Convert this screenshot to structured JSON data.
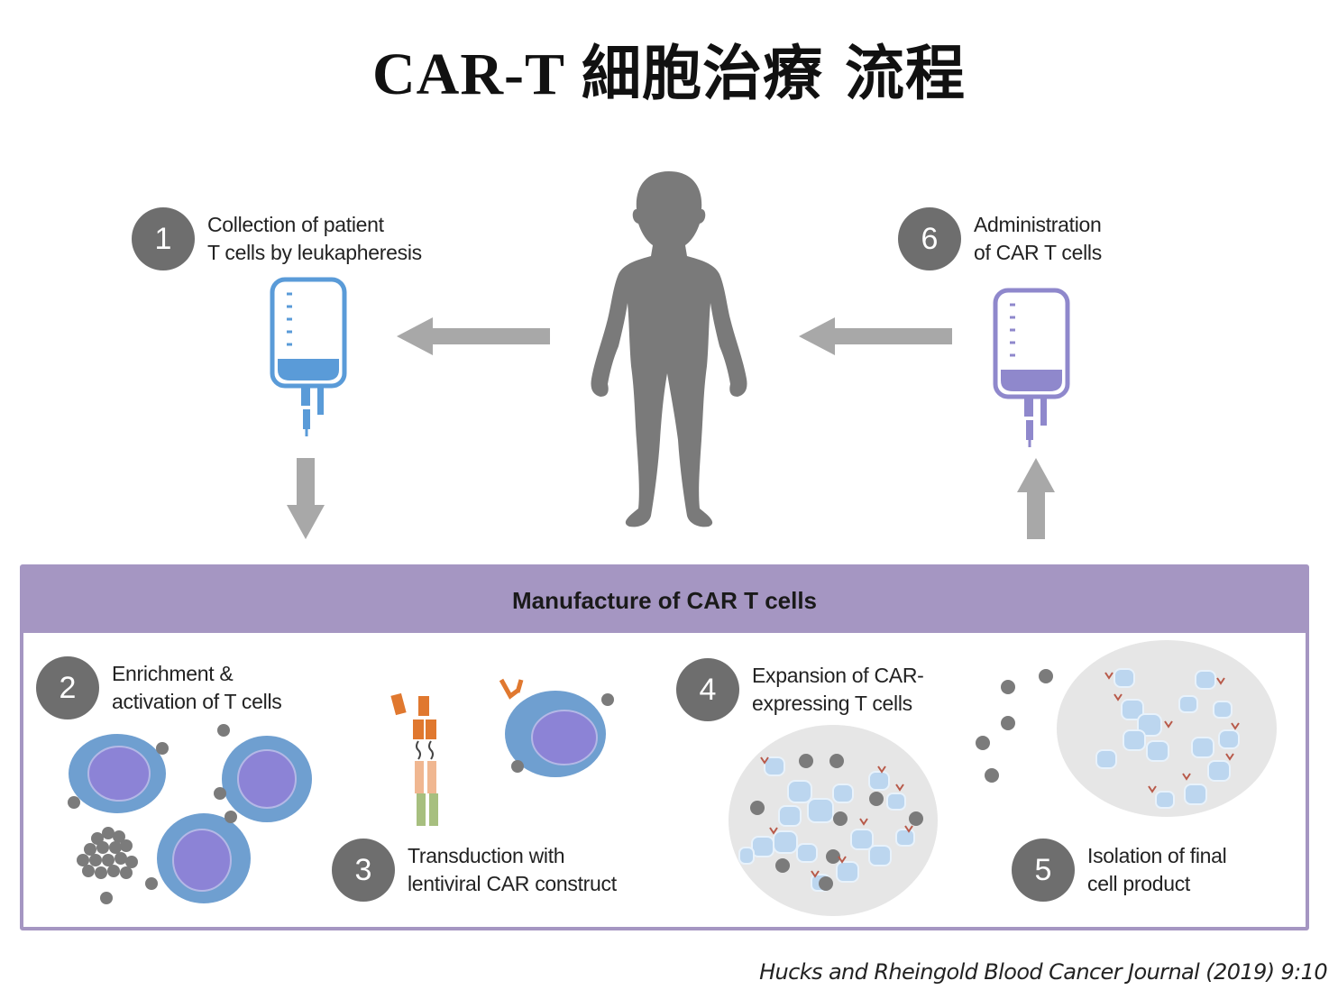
{
  "title": {
    "latin": "CAR-T",
    "chinese": "細胞治療 流程"
  },
  "steps": [
    {
      "number": "1",
      "lines": [
        "Collection of patient",
        "T cells by leukapheresis"
      ]
    },
    {
      "number": "2",
      "lines": [
        "Enrichment &",
        "activation of T cells"
      ]
    },
    {
      "number": "3",
      "lines": [
        "Transduction with",
        "lentiviral CAR construct"
      ]
    },
    {
      "number": "4",
      "lines": [
        "Expansion of CAR-",
        "expressing T cells"
      ]
    },
    {
      "number": "5",
      "lines": [
        "Isolation of final",
        "cell product"
      ]
    },
    {
      "number": "6",
      "lines": [
        "Administration",
        "of CAR T cells"
      ]
    }
  ],
  "panel": {
    "title": "Manufacture of CAR T cells"
  },
  "citation": "Hucks and Rheingold Blood Cancer Journal (2019) 9:10",
  "colors": {
    "badge": "#6e6e6e",
    "panel_accent": "#a596c2",
    "bag_collection": "#5a9bd8",
    "bag_administration": "#8f88cc",
    "arrow": "#a8a8a8",
    "silhouette": "#7a7a7a",
    "cell_cytoplasm": "#6f9fd0",
    "cell_nucleus": "#8c83d6",
    "bead": "#7b7b7b",
    "car_domain_orange": "#e0782f",
    "car_domain_peach": "#f0b791",
    "car_domain_green": "#a7bf7f"
  }
}
